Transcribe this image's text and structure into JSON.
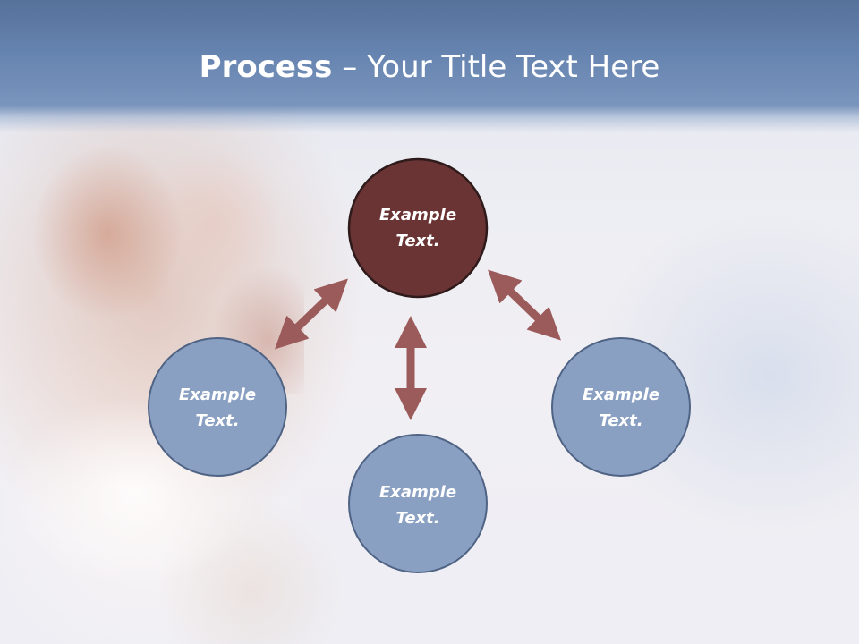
{
  "title": {
    "strong": "Process",
    "separator": " – ",
    "rest": "Your Title Text Here"
  },
  "nodes": [
    {
      "id": "top",
      "line1": "Example",
      "line2": "Text."
    },
    {
      "id": "left",
      "line1": "Example",
      "line2": "Text."
    },
    {
      "id": "bottom",
      "line1": "Example",
      "line2": "Text."
    },
    {
      "id": "right",
      "line1": "Example",
      "line2": "Text."
    }
  ],
  "colors": {
    "title_band": "#6684b0",
    "center_node_fill": "#6b3434",
    "center_node_stroke": "#2e1a1a",
    "node_fill": "#8aa0c2",
    "node_stroke": "#4f6384",
    "arrow": "#9c5b5b"
  }
}
